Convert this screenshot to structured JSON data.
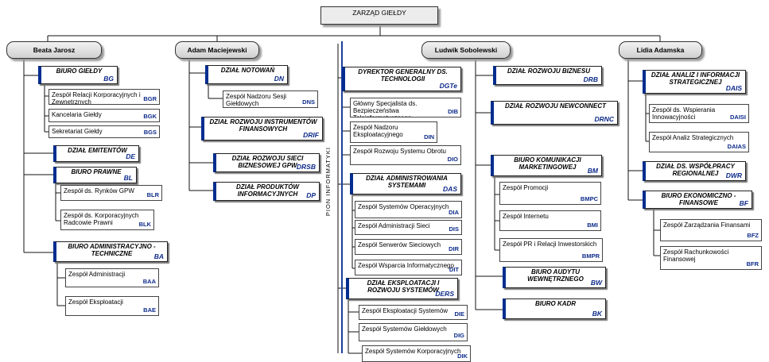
{
  "top": {
    "label": "ZARZĄD GIEŁDY"
  },
  "heads": [
    {
      "id": "h1",
      "label": "Beata Jarosz"
    },
    {
      "id": "h2",
      "label": "Adam Maciejewski"
    },
    {
      "id": "h3",
      "label": "Ludwik Sobolewski"
    },
    {
      "id": "h4",
      "label": "Lidia Adamska"
    }
  ],
  "vertical_label": "PION INFORMATYKI",
  "units": [
    {
      "label": "BIURO GIEŁDY",
      "code": "BG",
      "kind": "dept"
    },
    {
      "label": "Zespół Relacji Korporacyjnych i Zewnętrznych",
      "code": "BGR",
      "kind": "team"
    },
    {
      "label": "Kancelaria Giełdy",
      "code": "BGK",
      "kind": "team"
    },
    {
      "label": "Sekretariat Giełdy",
      "code": "BGS",
      "kind": "team"
    },
    {
      "label": "DZIAŁ EMITENTÓW",
      "code": "DE",
      "kind": "dept"
    },
    {
      "label": "BIURO PRAWNE",
      "code": "BL",
      "kind": "dept"
    },
    {
      "label": "Zespół ds. Rynków GPW",
      "code": "BLR",
      "kind": "team"
    },
    {
      "label": "Zespół ds. Korporacyjnych Radcowie Prawni",
      "code": "BLK",
      "kind": "team"
    },
    {
      "label": "BIURO ADMINISTRACYJNO - TECHNICZNE",
      "code": "BA",
      "kind": "dept"
    },
    {
      "label": "Zespół Administracji",
      "code": "BAA",
      "kind": "team"
    },
    {
      "label": "Zespół Eksploatacji",
      "code": "BAE",
      "kind": "team"
    },
    {
      "label": "DZIAŁ NOTOWAŃ",
      "code": "DN",
      "kind": "dept"
    },
    {
      "label": "Zespół Nadzoru Sesji Giełdowych",
      "code": "DNS",
      "kind": "team"
    },
    {
      "label": "DZIAŁ ROZWOJU INSTRUMENTÓW FINANSOWYCH",
      "code": "DRIF",
      "kind": "dept"
    },
    {
      "label": "DZIAŁ ROZWOJU SIECI BIZNESOWEJ GPW",
      "code": "DRSB",
      "kind": "dept"
    },
    {
      "label": "DZIAŁ PRODUKTÓW INFORMACYJNYCH",
      "code": "DP",
      "kind": "dept"
    },
    {
      "label": "DYREKTOR GENERALNY DS. TECHNOLOGII",
      "code": "DGTe",
      "kind": "dept"
    },
    {
      "label": "Główny Specjalista ds. Bezpieczeństwa Teleinformatycznego",
      "code": "DIB",
      "kind": "team"
    },
    {
      "label": "Zespół Nadzoru Eksploatacyjnego",
      "code": "DIN",
      "kind": "team"
    },
    {
      "label": "Zespół Rozwoju Systemu Obrotu",
      "code": "DIO",
      "kind": "team"
    },
    {
      "label": "DZIAŁ ADMINISTROWANIA SYSTEMAMI",
      "code": "DAS",
      "kind": "dept"
    },
    {
      "label": "Zespół Systemów Operacyjnych",
      "code": "DIA",
      "kind": "team"
    },
    {
      "label": "Zespół Administracji Sieci",
      "code": "DIS",
      "kind": "team"
    },
    {
      "label": "Zespół Serwerów Sieciowych",
      "code": "DIR",
      "kind": "team"
    },
    {
      "label": "Zespół Wsparcia Informatycznego",
      "code": "DIT",
      "kind": "team"
    },
    {
      "label": "DZIAŁ EKSPLOATACJI I ROZWOJU SYSTEMÓW",
      "code": "DERS",
      "kind": "dept"
    },
    {
      "label": "Zespół Eksploatacji Systemów",
      "code": "DIE",
      "kind": "team"
    },
    {
      "label": "Zespół Systemów Giełdowych",
      "code": "DIG",
      "kind": "team"
    },
    {
      "label": "Zespół Systemów Korporacyjnych",
      "code": "DIK",
      "kind": "team"
    },
    {
      "label": "DZIAŁ ROZWOJU BIZNESU",
      "code": "DRB",
      "kind": "dept"
    },
    {
      "label": "DZIAŁ ROZWOJU NEWCONNECT",
      "code": "DRNC",
      "kind": "dept"
    },
    {
      "label": "BIURO KOMUNIKACJI MARKETINGOWEJ",
      "code": "BM",
      "kind": "dept"
    },
    {
      "label": "Zespół Promocji",
      "code": "BMPC",
      "kind": "team"
    },
    {
      "label": "Zespół Internetu",
      "code": "BMI",
      "kind": "team"
    },
    {
      "label": "Zespół PR i Relacji Inwestorskich",
      "code": "BMPR",
      "kind": "team"
    },
    {
      "label": "BIURO AUDYTU WEWNĘTRZNEGO",
      "code": "BW",
      "kind": "dept"
    },
    {
      "label": "BIURO KADR",
      "code": "BK",
      "kind": "dept"
    },
    {
      "label": "DZIAŁ ANALIZ I INFORMACJI STRATEGICZNEJ",
      "code": "DAIS",
      "kind": "dept"
    },
    {
      "label": "Zespół ds. Wspierania Innowacyjności",
      "code": "DAISI",
      "kind": "team"
    },
    {
      "label": "Zespół Analiz Strategicznych",
      "code": "DAIAS",
      "kind": "team"
    },
    {
      "label": "DZIAŁ DS. WSPÓŁPRACY REGIONALNEJ",
      "code": "DWR",
      "kind": "dept"
    },
    {
      "label": "BIURO EKONOMICZNO - FINANSOWE",
      "code": "BF",
      "kind": "dept"
    },
    {
      "label": "Zespół Zarządzania Finansami",
      "code": "BFZ",
      "kind": "team"
    },
    {
      "label": "Zespół Rachunkowości Finansowej",
      "code": "BFR",
      "kind": "team"
    }
  ]
}
